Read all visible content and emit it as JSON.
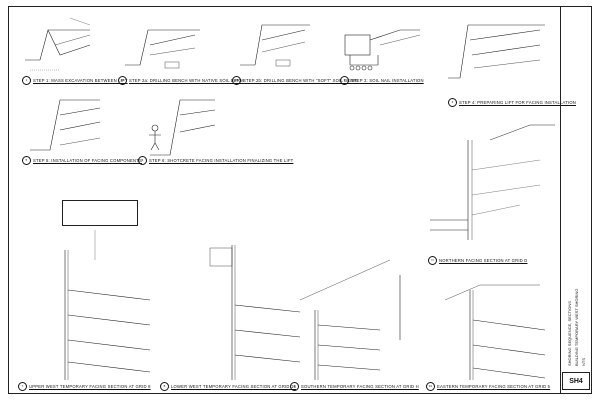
{
  "captions": [
    {
      "id": "step1",
      "num": "1",
      "title": "STEP 1: MASS EXCAVATION BETWEEN LIFT"
    },
    {
      "id": "step2a",
      "num": "2A",
      "title": "STEP 2a: DRILLING BENCH WITH NATIVE SOIL BERM"
    },
    {
      "id": "step2b",
      "num": "2B",
      "title": "STEP 2b: DRILLING BENCH WITH \"SOFT\" SOIL BERM"
    },
    {
      "id": "step3",
      "num": "3",
      "title": "STEP 3: SOIL NAIL INSTALLATION"
    },
    {
      "id": "step4",
      "num": "4",
      "title": "STEP 4: PREPARING LIFT FOR FACING INSTALLATION"
    },
    {
      "id": "step5",
      "num": "5",
      "title": "STEP 5: INSTALLATION OF FACING COMPONENTS"
    },
    {
      "id": "step6",
      "num": "6",
      "title": "STEP 6: SHOTCRETE FACING INSTALLATION FINALIZING THE LIFT"
    },
    {
      "id": "north",
      "num": "N",
      "title": "NORTHERN FACING SECTION AT GRID D"
    },
    {
      "id": "upper-west",
      "num": "7",
      "title": "UPPER WEST TEMPORARY FACING SECTION AT GRID 8"
    },
    {
      "id": "lower-west",
      "num": "8",
      "title": "LOWER WEST TEMPORARY FACING SECTION AT GRID 16"
    },
    {
      "id": "southern",
      "num": "9",
      "title": "SOUTHERN TEMPORARY FACING SECTION AT GRID H"
    },
    {
      "id": "eastern",
      "num": "10",
      "title": "EASTERN TEMPORARY FACING SECTION AT GRID 5"
    }
  ],
  "title_block": {
    "project": "SHORING SEQUENCE, SECTIONS",
    "subtitle": "BUILDING TEMPORARY WEST SHORING",
    "sheet": "SH4",
    "scale": "NTS"
  }
}
